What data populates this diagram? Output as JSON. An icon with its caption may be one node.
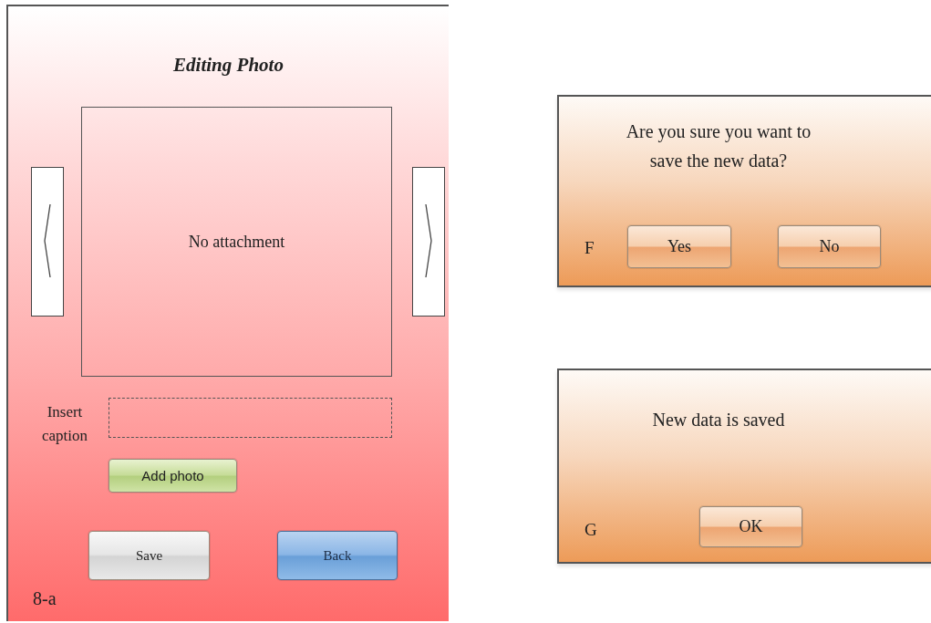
{
  "diagram": {
    "nodes": [
      {
        "text": [
          "Editing Photo",
          "8-a"
        ]
      },
      {
        "text": [],
        "shape": "box",
        "in": 0
      },
      {
        "text": [
          "No attachment"
        ],
        "in": 0
      },
      {
        "text": [],
        "shape": "box",
        "in": 0
      },
      {
        "text": [],
        "shape": "box",
        "in": 0,
        "beside": [
          "Insert caption"
        ]
      },
      {
        "text": [
          "Add photo"
        ],
        "in": 0
      },
      {
        "text": [
          "Save"
        ],
        "in": 0
      },
      {
        "text": [
          "Back"
        ],
        "in": 0
      },
      {
        "text": [
          "Are you sure you want to save the new data?",
          "F"
        ]
      },
      {
        "text": [
          "Yes"
        ],
        "in": 8
      },
      {
        "text": [
          "No"
        ],
        "in": 8
      },
      {
        "text": [
          "New data is saved",
          "G"
        ]
      },
      {
        "text": [
          "OK"
        ],
        "in": 11
      }
    ]
  }
}
